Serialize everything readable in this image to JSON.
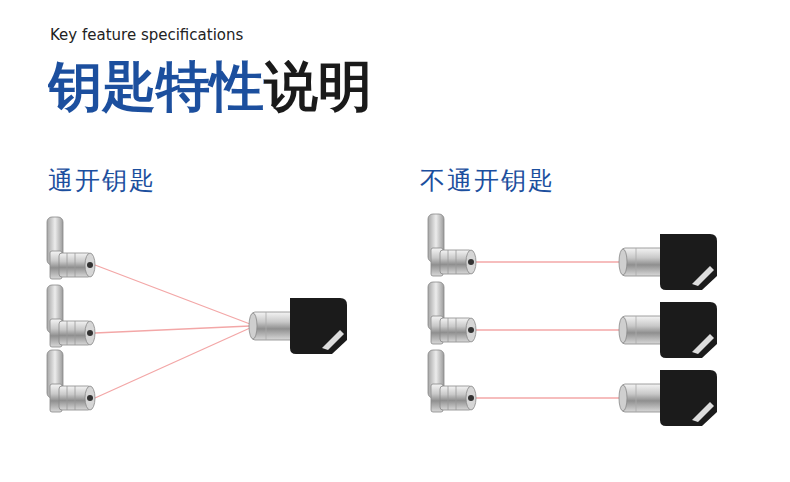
{
  "diagram": {
    "title": "钥匙特性说明",
    "labels": [
      "Key feature specifications",
      "通开钥匙",
      "不通开钥匙"
    ]
  }
}
